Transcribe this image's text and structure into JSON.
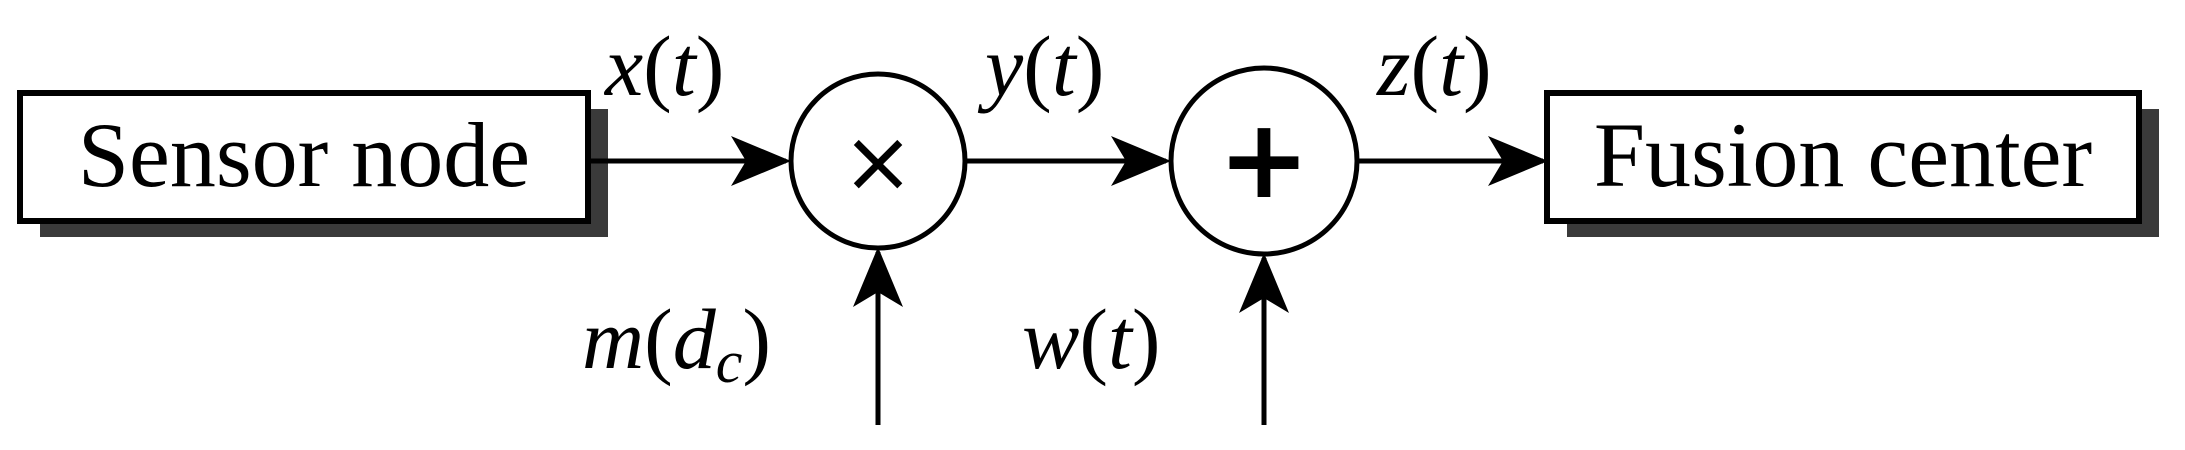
{
  "blocks": {
    "sensor_node": "Sensor node",
    "fusion_center": "Fusion center"
  },
  "operators": {
    "multiply": "×",
    "add": "+"
  },
  "signals": {
    "x": {
      "name": "x",
      "open": "(",
      "arg": "t",
      "close": ")"
    },
    "y": {
      "name": "y",
      "open": "(",
      "arg": "t",
      "close": ")"
    },
    "z": {
      "name": "z",
      "open": "(",
      "arg": "t",
      "close": ")"
    },
    "w": {
      "name": "w",
      "open": "(",
      "arg": "t",
      "close": ")"
    },
    "m": {
      "name": "m",
      "open": "(",
      "arg": "d",
      "sub": "c",
      "close": ")"
    }
  },
  "colors": {
    "stroke": "#000000",
    "shadow": "#3a3a3a",
    "background": "#ffffff"
  }
}
